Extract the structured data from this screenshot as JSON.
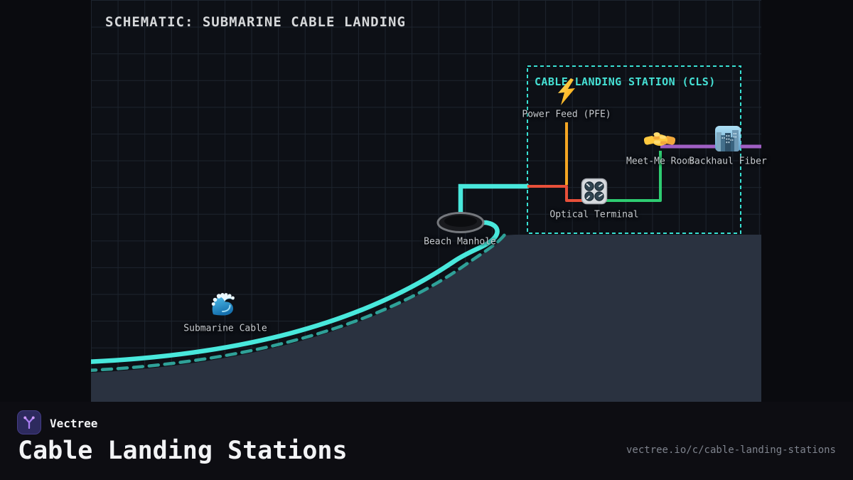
{
  "header": {
    "title": "SCHEMATIC: SUBMARINE CABLE LANDING"
  },
  "diagram": {
    "cls_box": {
      "label": "CABLE LANDING STATION (CLS)"
    },
    "nodes": [
      {
        "id": "power-feed",
        "icon": "lightning-icon",
        "label": "Power Feed (PFE)"
      },
      {
        "id": "meet-me-room",
        "icon": "handshake-icon",
        "label": "Meet-Me Room"
      },
      {
        "id": "backhaul-fiber",
        "icon": "cityscape-icon",
        "label": "Backhaul Fiber"
      },
      {
        "id": "optical-terminal",
        "icon": "control-knobs-icon",
        "label": "Optical Terminal"
      },
      {
        "id": "beach-manhole",
        "icon": "manhole-icon",
        "label": "Beach Manhole"
      },
      {
        "id": "submarine-cable",
        "icon": "wave-icon",
        "label": "Submarine Cable"
      }
    ],
    "connections": [
      {
        "from": "submarine-cable",
        "to": "beach-manhole",
        "color": "#49e8dc"
      },
      {
        "from": "beach-manhole",
        "to": "optical-terminal",
        "color": "#e8503a"
      },
      {
        "from": "power-feed",
        "to": "optical-terminal",
        "color": "#f5a623"
      },
      {
        "from": "optical-terminal",
        "to": "meet-me-room",
        "color": "#2ecc71"
      },
      {
        "from": "meet-me-room",
        "to": "backhaul-fiber",
        "color": "#a05fc4"
      }
    ]
  },
  "footer": {
    "brand": "Vectree",
    "title": "Cable Landing Stations",
    "url": "vectree.io/c/cable-landing-stations"
  },
  "colors": {
    "background": "#0a0b0f",
    "diagram_bg": "#0d1016",
    "grid_line": "#1d242e",
    "land_fill": "#2a3240",
    "cable_cyan": "#49e8dc",
    "shore_dash": "#2fa198",
    "cls_border": "#38e0d2",
    "cls_label": "#45e0d4",
    "power_orange": "#f5a623",
    "feed_red": "#e8503a",
    "express_green": "#2ecc71",
    "backhaul_purple": "#a05fc4",
    "label_gray": "#c7cbd0",
    "title_gray": "#d6d8da",
    "footer_bg": "#0d0d12",
    "footer_text": "#f2f3f5",
    "url_gray": "#7e838d",
    "logo_bg": "#2d2a5e",
    "logo_glyph": "#a97df2"
  }
}
